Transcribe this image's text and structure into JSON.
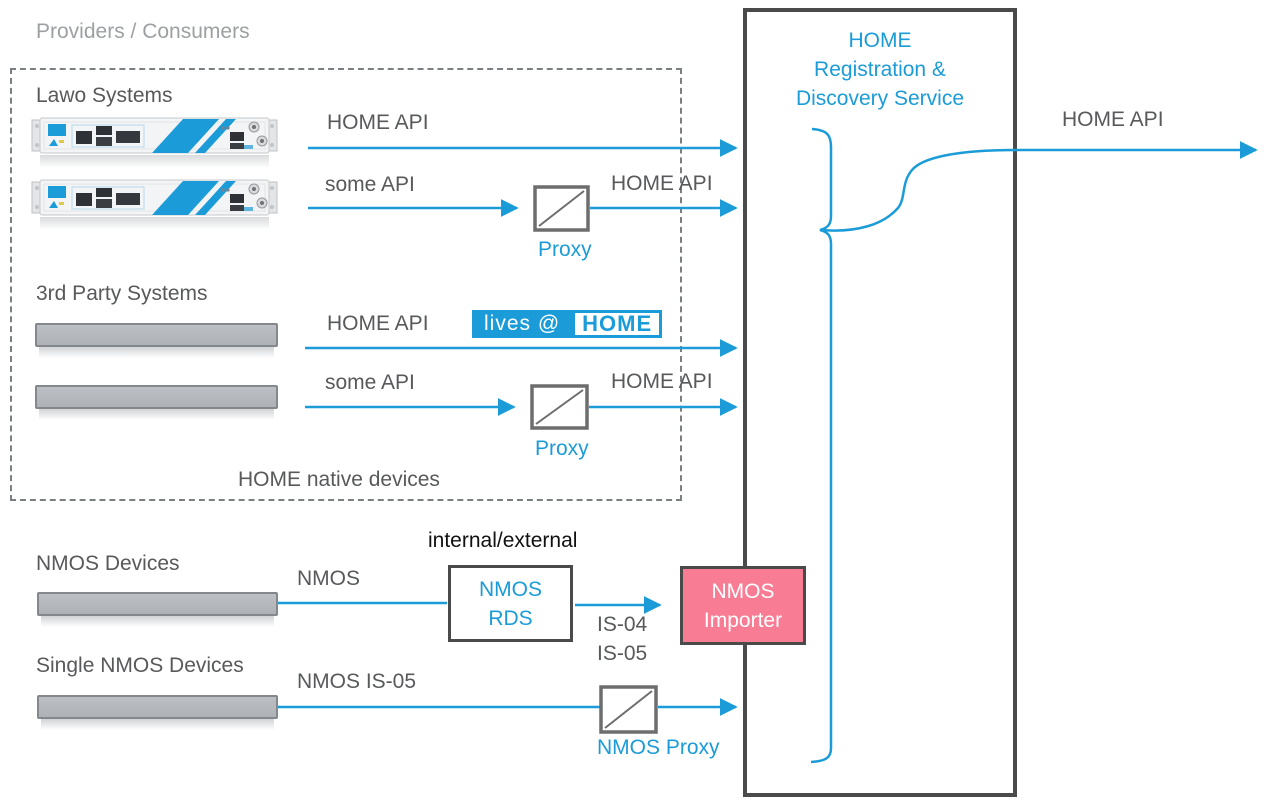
{
  "colors": {
    "accent_blue": "#1b9cd8",
    "importer_pink": "#f87d94",
    "box_border_dark": "#4a4a4a",
    "label_gray": "#58595b"
  },
  "header": {
    "section_label": "Providers / Consumers"
  },
  "home_box": {
    "title_line1": "HOME",
    "title_line2": "Registration &",
    "title_line3": "Discovery Service"
  },
  "groups": {
    "lawo_label": "Lawo Systems",
    "third_party_label": "3rd Party Systems",
    "native_caption": "HOME native devices",
    "nmos_label": "NMOS Devices",
    "single_nmos_label": "Single NMOS Devices"
  },
  "badge": {
    "left": "lives @",
    "right": "HOME"
  },
  "connections": {
    "lawo_home_api": "HOME API",
    "lawo_some_api": "some API",
    "lawo_proxy_home_api": "HOME API",
    "proxy1_label": "Proxy",
    "tp_home_api": "HOME API",
    "tp_some_api": "some API",
    "tp_proxy_home_api": "HOME API",
    "proxy2_label": "Proxy",
    "nmos": "NMOS",
    "internal_external": "internal/external",
    "is04": "IS-04",
    "is05": "IS-05",
    "nmos_is05": "NMOS IS-05",
    "nmos_proxy_label": "NMOS Proxy",
    "home_api_out": "HOME API"
  },
  "boxes": {
    "rds": {
      "line1": "NMOS",
      "line2": "RDS"
    },
    "importer": {
      "line1": "NMOS",
      "line2": "Importer"
    }
  }
}
